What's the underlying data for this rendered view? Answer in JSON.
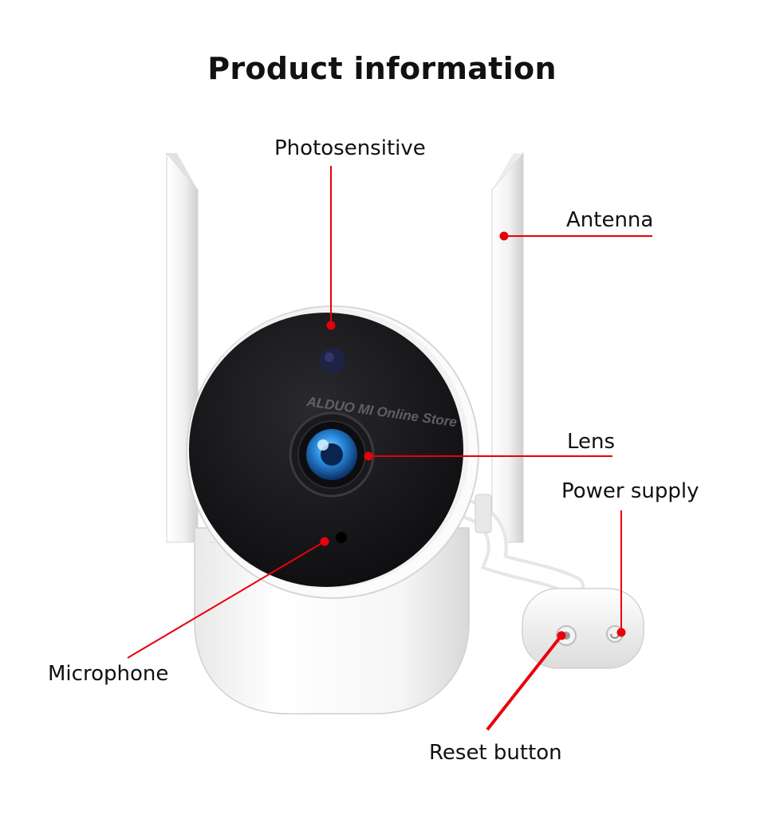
{
  "title": "Product information",
  "watermark": "ALDUO MI Online Store",
  "accent_color": "#e8000b",
  "labels": {
    "photosensitive": "Photosensitive",
    "antenna": "Antenna",
    "lens": "Lens",
    "power_supply": "Power supply",
    "microphone": "Microphone",
    "reset_button": "Reset button"
  }
}
